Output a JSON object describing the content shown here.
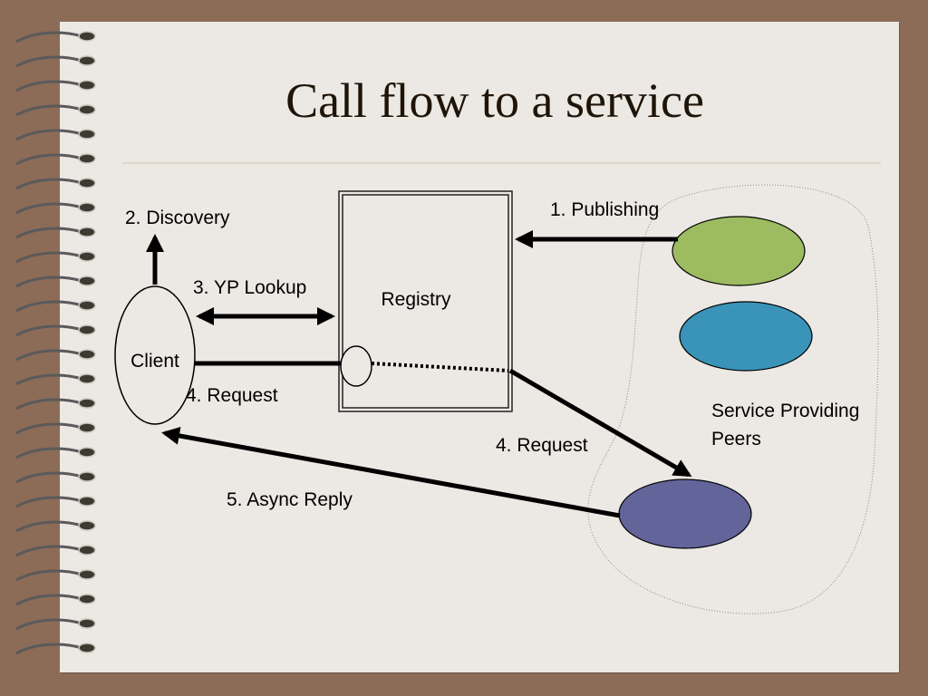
{
  "slide": {
    "title": "Call flow to a service"
  },
  "diagram": {
    "nodes": {
      "client": "Client",
      "registry": "Registry",
      "peers_group": "Service Providing\nPeers"
    },
    "peers_label_lines": [
      "Service Providing",
      "Peers"
    ],
    "edges": {
      "publishing": "1. Publishing",
      "discovery": "2. Discovery",
      "yp_lookup": "3. YP Lookup",
      "request_client": "4. Request",
      "request_peer": "4. Request",
      "async_reply": "5. Async Reply"
    },
    "colors": {
      "peer_green": "#9dbb61",
      "peer_teal": "#3a93b8",
      "peer_purple": "#63649a",
      "paper": "#ece8e4",
      "frame": "#8c6b57"
    }
  }
}
